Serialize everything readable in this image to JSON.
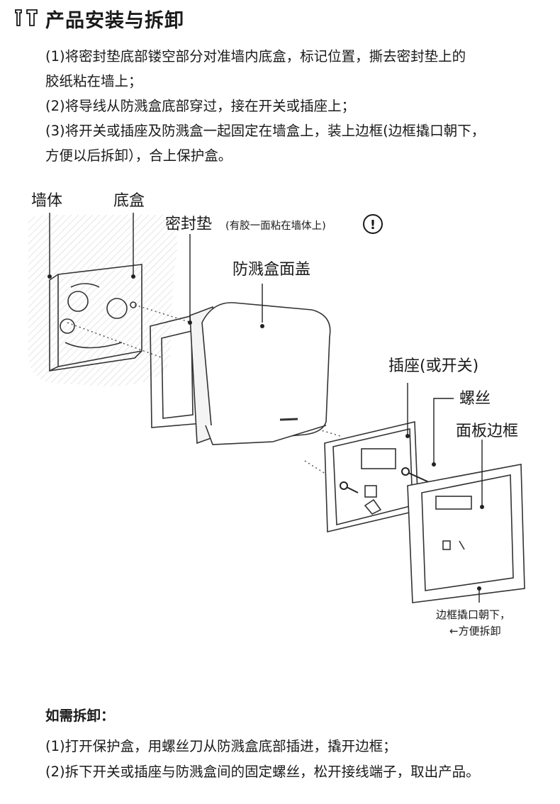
{
  "title": "产品安装与拆卸",
  "title_icon": "tools-icon",
  "install_steps": [
    "(1)将密封垫底部镂空部分对准墙内底盒，标记位置，撕去密封垫上的",
    "胶纸粘在墙上；",
    "(2)将导线从防溅盒底部穿过，接在开关或插座上；",
    "(3)将开关或插座及防溅盒一起固定在墙盒上，装上边框(边框撬口朝下，",
    "方便以后拆卸），合上保护盒。"
  ],
  "diagram": {
    "wall": "墙体",
    "backbox": "底盒",
    "gasket": "密封垫",
    "gasket_note": "(有胶一面粘在墙体上)",
    "warning_mark": "!",
    "cover": "防溅盒面盖",
    "socket": "插座(或开关)",
    "screw": "螺丝",
    "frame": "面板边框",
    "frame_note_line1": "边框撬口朝下，",
    "frame_note_line2": "←方便拆卸"
  },
  "removal_title": "如需拆卸：",
  "removal_steps": [
    "(1)打开保护盒，用螺丝刀从防溅盒底部插进，撬开边框；",
    "(2)拆下开关或插座与防溅盒间的固定螺丝，松开接线端子，取出产品。"
  ]
}
